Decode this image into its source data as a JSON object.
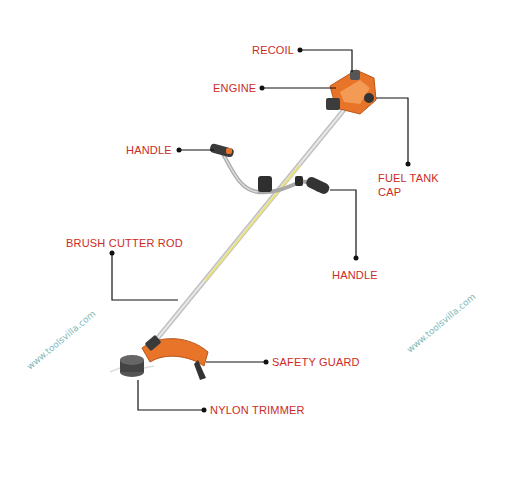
{
  "diagram": {
    "labels": [
      "RECOIL",
      "ENGINE",
      "HANDLE",
      "FUEL TANK CAP",
      "BRUSH CUTTER ROD",
      "HANDLE",
      "SAFETY GUARD",
      "NYLON TRIMMER",
      "www.toolsvilla.com",
      "www.toolsvilla.com"
    ]
  }
}
